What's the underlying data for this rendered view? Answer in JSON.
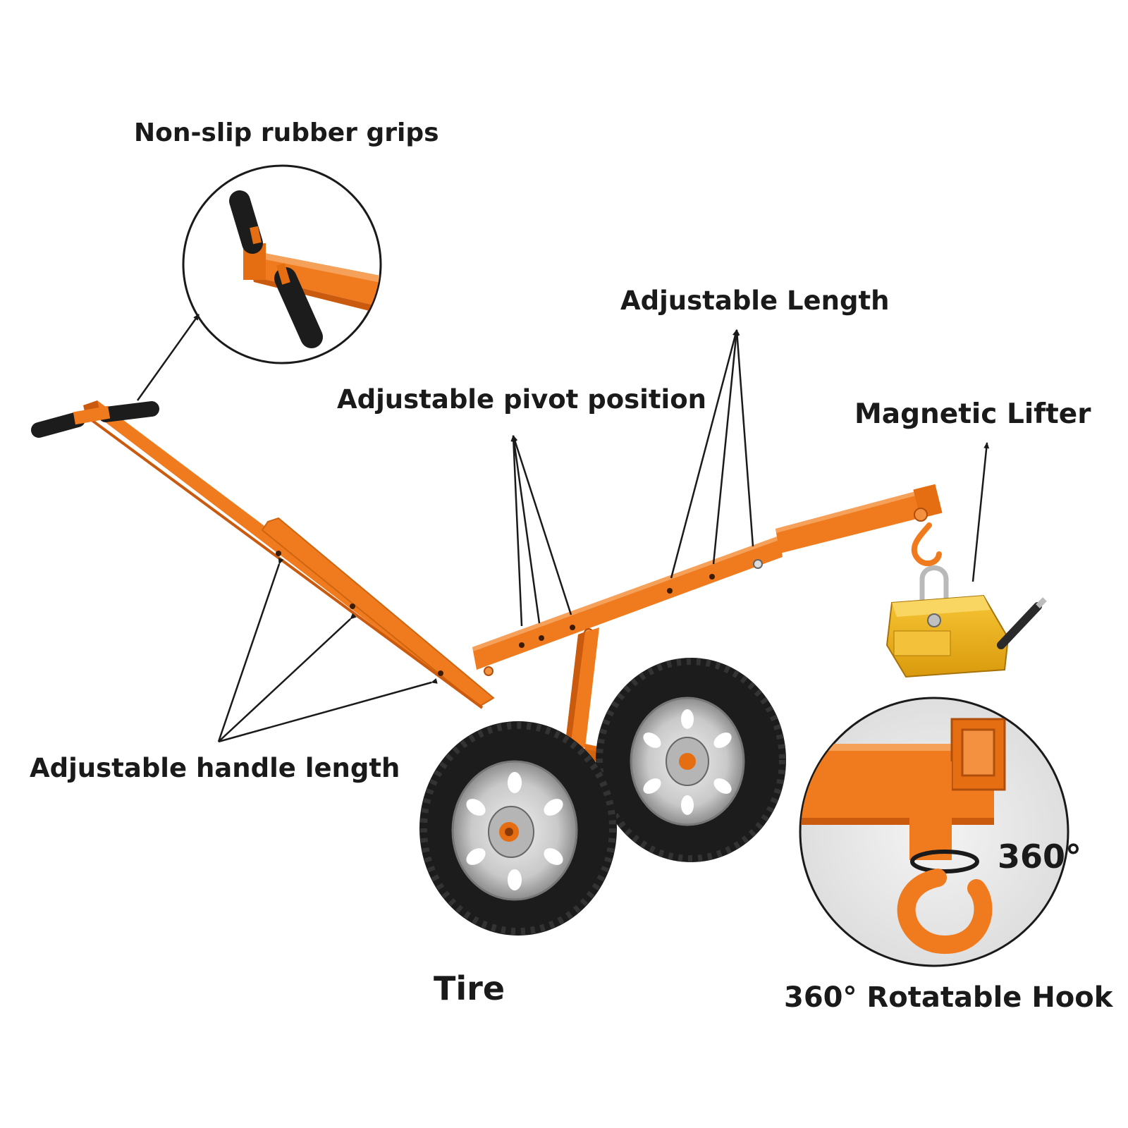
{
  "labels": {
    "grips": "Non-slip rubber grips",
    "length": "Adjustable Length",
    "pivot": "Adjustable pivot position",
    "magnet": "Magnetic Lifter",
    "handle": "Adjustable handle length",
    "tire": "Tire",
    "rotation": "360°",
    "hook": "360° Rotatable Hook"
  },
  "colors": {
    "frame_orange": "#f07a1e",
    "frame_shadow": "#c95a0e",
    "magnet_yellow": "#f2b318",
    "tire_black": "#1c1c1c",
    "rim_silver": "#c9c9c9",
    "ink": "#1a1a1a"
  }
}
